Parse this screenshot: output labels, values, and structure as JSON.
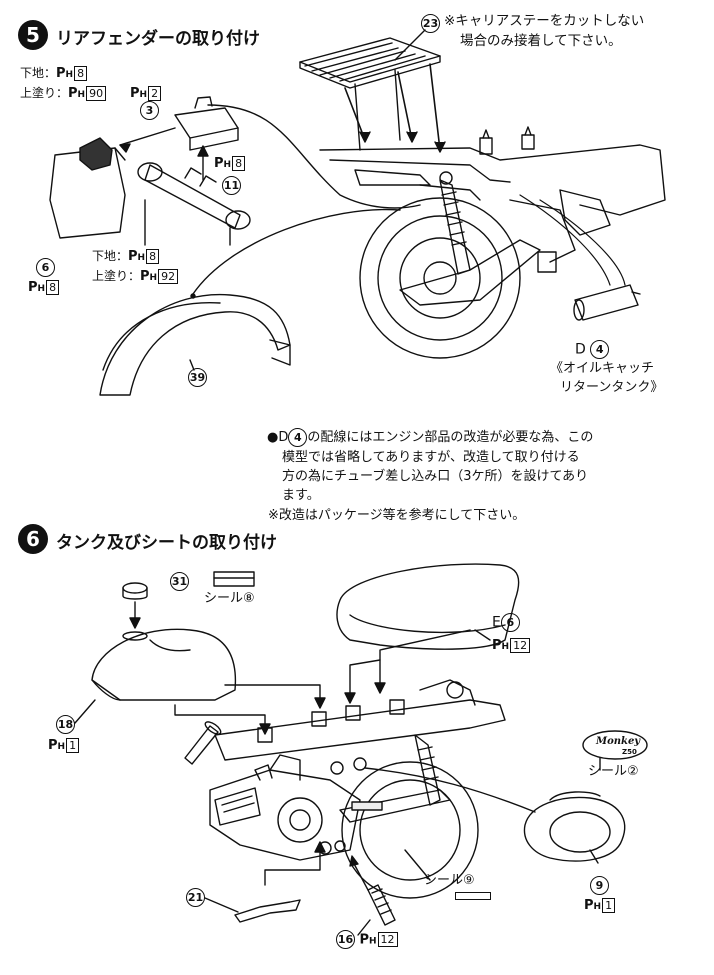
{
  "step5": {
    "number": "5",
    "title": "リアフェンダーの取り付け",
    "carrier_note_line1": "※キャリアステーをカットしない",
    "carrier_note_line2": "場合のみ接着して下さい。",
    "parts": {
      "p23": "23",
      "p3": "3",
      "p11": "11",
      "p6": "6",
      "p39": "39",
      "d4_prefix": "D",
      "d4_num": "4"
    },
    "paint_top": {
      "base_label": "下地：",
      "base_code": "8",
      "coat_label": "上塗り：",
      "coat_code": "90",
      "extra_code": "2"
    },
    "paint_mid": {
      "code": "8"
    },
    "paint_bottom": {
      "base_label": "下地：",
      "base_code": "8",
      "coat_label": "上塗り：",
      "coat_code": "92"
    },
    "part6_code": "8",
    "oil_catch_line1": "《オイルキャッチ",
    "oil_catch_line2": "リターンタンク》",
    "wiring_note": {
      "bullet": "●D",
      "d_num": "4",
      "line1_rest": "の配線にはエンジン部品の改造が必要な為、この",
      "line2": "模型では省略してありますが、改造して取り付ける",
      "line3": "方の為にチューブ差し込み口（3ケ所）を設けてあり",
      "line4": "ます。",
      "line5": "※改造はパッケージ等を参考にして下さい。"
    }
  },
  "step6": {
    "number": "6",
    "title": "タンク及びシートの取り付け",
    "parts": {
      "p31": "31",
      "p18": "18",
      "p21": "21",
      "p16": "16",
      "p9": "9",
      "e6_prefix": "E",
      "e6_num": "6"
    },
    "seal8": "シール⑧",
    "seal2": "シール②",
    "seal9": "シール⑨",
    "p18_code": "1",
    "e6_code": "12",
    "p16_code": "12",
    "p9_code": "1",
    "ph_prefix": "P",
    "ph_sub": "H",
    "badge_text": "Monkey",
    "badge_sub": "Z50"
  },
  "colors": {
    "ink": "#111111",
    "paper": "#ffffff"
  }
}
